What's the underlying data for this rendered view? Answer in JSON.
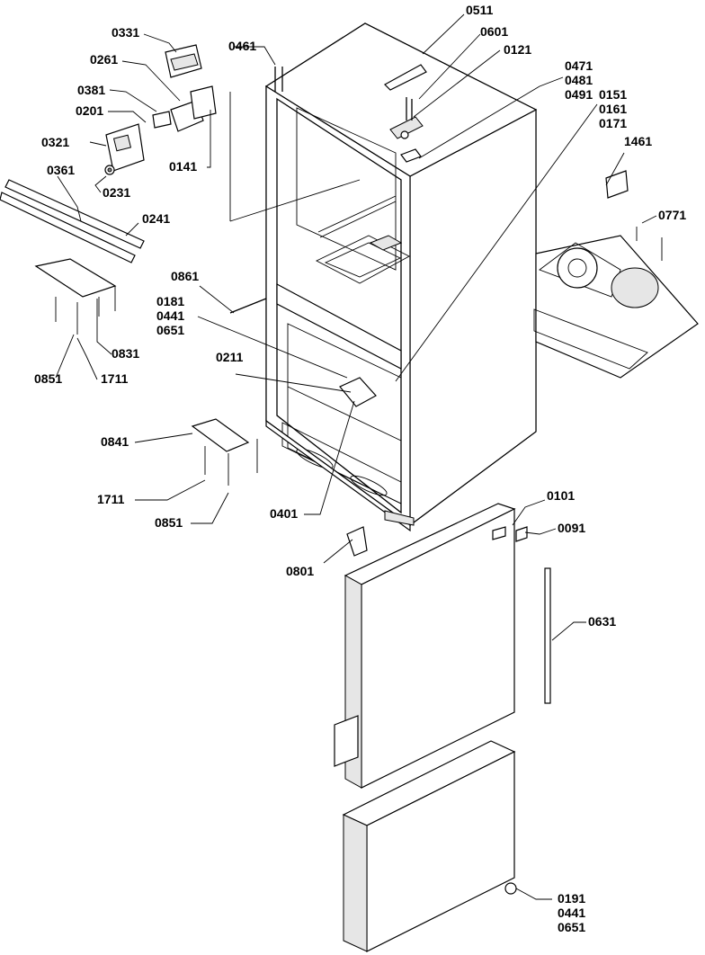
{
  "callouts": [
    {
      "id": "c0331",
      "label": "0331"
    },
    {
      "id": "c0261",
      "label": "0261"
    },
    {
      "id": "c0381",
      "label": "0381"
    },
    {
      "id": "c0201",
      "label": "0201"
    },
    {
      "id": "c0321",
      "label": "0321"
    },
    {
      "id": "c0231",
      "label": "0231"
    },
    {
      "id": "c0141",
      "label": "0141"
    },
    {
      "id": "c0361",
      "label": "0361"
    },
    {
      "id": "c0241",
      "label": "0241"
    },
    {
      "id": "c0831",
      "label": "0831"
    },
    {
      "id": "c0851a",
      "label": "0851"
    },
    {
      "id": "c1711a",
      "label": "1711"
    },
    {
      "id": "c0461",
      "label": "0461"
    },
    {
      "id": "c0511",
      "label": "0511"
    },
    {
      "id": "c0601",
      "label": "0601"
    },
    {
      "id": "c0121",
      "label": "0121"
    },
    {
      "id": "c0471",
      "label": "0471"
    },
    {
      "id": "c0481",
      "label": "0481"
    },
    {
      "id": "c0491",
      "label": "0491"
    },
    {
      "id": "c0151",
      "label": "0151"
    },
    {
      "id": "c0161",
      "label": "0161"
    },
    {
      "id": "c0171",
      "label": "0171"
    },
    {
      "id": "c1461",
      "label": "1461"
    },
    {
      "id": "c0771",
      "label": "0771"
    },
    {
      "id": "c0861",
      "label": "0861"
    },
    {
      "id": "c0181",
      "label": "0181"
    },
    {
      "id": "c0441a",
      "label": "0441"
    },
    {
      "id": "c0651a",
      "label": "0651"
    },
    {
      "id": "c0211",
      "label": "0211"
    },
    {
      "id": "c0841",
      "label": "0841"
    },
    {
      "id": "c1711b",
      "label": "1711"
    },
    {
      "id": "c0851b",
      "label": "0851"
    },
    {
      "id": "c0401",
      "label": "0401"
    },
    {
      "id": "c0801",
      "label": "0801"
    },
    {
      "id": "c0101",
      "label": "0101"
    },
    {
      "id": "c0091",
      "label": "0091"
    },
    {
      "id": "c0631",
      "label": "0631"
    },
    {
      "id": "c0191",
      "label": "0191"
    },
    {
      "id": "c0441b",
      "label": "0441"
    },
    {
      "id": "c0651b",
      "label": "0651"
    }
  ]
}
